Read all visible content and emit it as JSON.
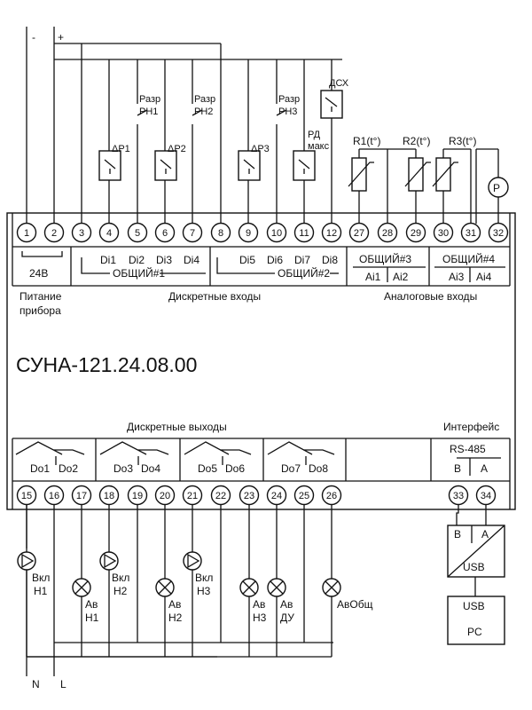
{
  "power": {
    "minus": "-",
    "plus": "+"
  },
  "sensors": {
    "p1": "ΔP1",
    "p2": "ΔP2",
    "p3": "ΔP3",
    "rh_word": "Разр",
    "rh1": "РН1",
    "rh2": "РН2",
    "rh3": "РН3",
    "rd": "РД",
    "max": "макс",
    "dsh": "ДСХ",
    "r1": "R1(t°)",
    "r2": "R2(t°)",
    "r3": "R3(t°)",
    "p": "P"
  },
  "terminals_top": [
    "1",
    "2",
    "3",
    "4",
    "5",
    "6",
    "7",
    "8",
    "9",
    "10",
    "11",
    "12",
    "27",
    "28",
    "29",
    "30",
    "31",
    "32"
  ],
  "terminals_bottom": [
    "15",
    "16",
    "17",
    "18",
    "19",
    "20",
    "21",
    "22",
    "23",
    "24",
    "25",
    "26",
    "33",
    "34"
  ],
  "upper": {
    "voltage": "24В",
    "di1": "Di1",
    "di2": "Di2",
    "di3": "Di3",
    "di4": "Di4",
    "common1": "ОБЩИЙ#1",
    "di5": "Di5",
    "di6": "Di6",
    "di7": "Di7",
    "di8": "Di8",
    "common2": "ОБЩИЙ#2",
    "common3": "ОБЩИЙ#3",
    "ai1": "Ai1",
    "ai2": "Ai2",
    "common4": "ОБЩИЙ#4",
    "ai3": "Ai3",
    "ai4": "Ai4"
  },
  "middle": {
    "power_line1": "Питание",
    "power_line2": "прибора",
    "discrete_inputs": "Дискретные входы",
    "analog_inputs": "Аналоговые входы",
    "model": "СУНА-121.24.08.00",
    "discrete_outputs": "Дискретные выходы",
    "interface": "Интерфейс"
  },
  "lower": {
    "do1": "Do1",
    "do2": "Do2",
    "do3": "Do3",
    "do4": "Do4",
    "do5": "Do5",
    "do6": "Do6",
    "do7": "Do7",
    "do8": "Do8",
    "rs485": "RS-485",
    "b": "B",
    "a": "A"
  },
  "loads": {
    "vkl": "Вкл",
    "av": "Ав",
    "h1": "Н1",
    "h2": "Н2",
    "h3": "Н3",
    "du": "ДУ",
    "av_common": "АвОбщ"
  },
  "mains": {
    "n": "N",
    "l": "L"
  },
  "converter": {
    "b": "B",
    "a": "A",
    "usb": "USB"
  },
  "pc": {
    "usb": "USB",
    "label": "PC"
  }
}
